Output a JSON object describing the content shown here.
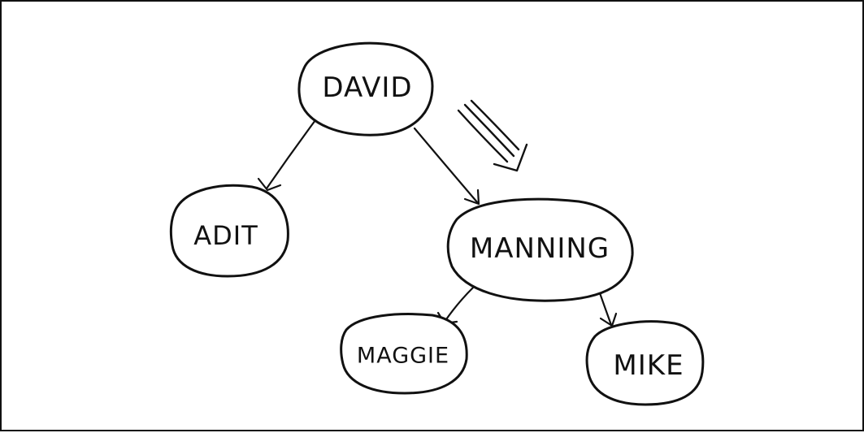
{
  "diagram": {
    "nodes": [
      {
        "id": "david",
        "label": "DAVID"
      },
      {
        "id": "adit",
        "label": "ADIT"
      },
      {
        "id": "manning",
        "label": "MANNING"
      },
      {
        "id": "maggie",
        "label": "MAGGIE"
      },
      {
        "id": "mike",
        "label": "MIKE"
      }
    ],
    "edges": [
      {
        "from": "david",
        "to": "adit"
      },
      {
        "from": "david",
        "to": "manning"
      },
      {
        "from": "manning",
        "to": "maggie"
      },
      {
        "from": "manning",
        "to": "mike"
      }
    ],
    "colors": {
      "stroke": "#111111",
      "background": "#ffffff"
    }
  }
}
